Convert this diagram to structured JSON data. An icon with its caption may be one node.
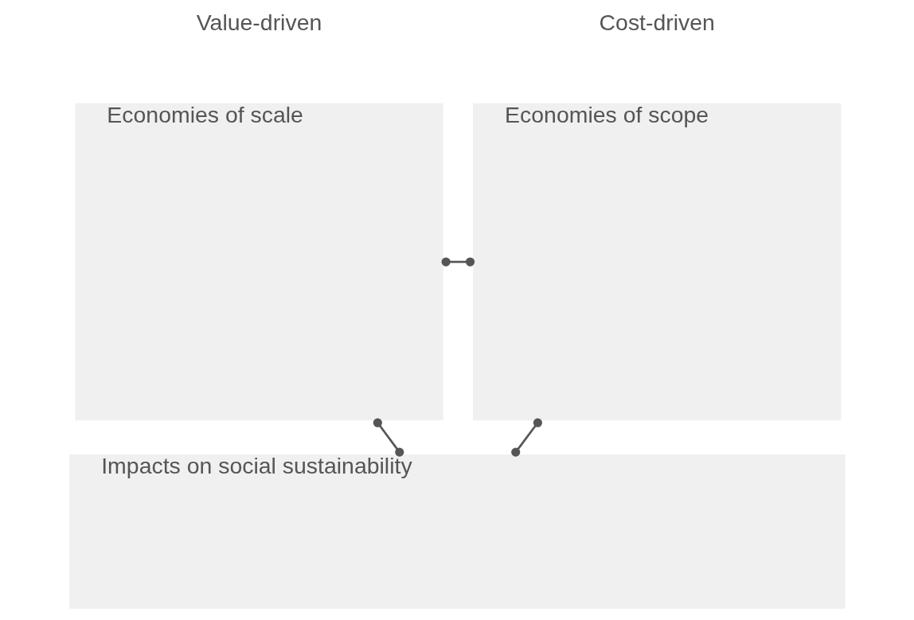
{
  "diagram": {
    "nodes": [
      {
        "text": [
          "Economies of scale"
        ]
      },
      {
        "text": [
          "Economies of scope"
        ]
      },
      {
        "text": [
          "Impacts on social sustainability"
        ]
      }
    ],
    "edges": [
      {
        "from": 0,
        "to": 1,
        "arrow": "other"
      },
      {
        "from": 0,
        "to": 2,
        "arrow": "other"
      },
      {
        "from": 1,
        "to": 2,
        "arrow": "other"
      }
    ],
    "labels": [
      "Value-driven",
      "Cost-driven"
    ]
  }
}
